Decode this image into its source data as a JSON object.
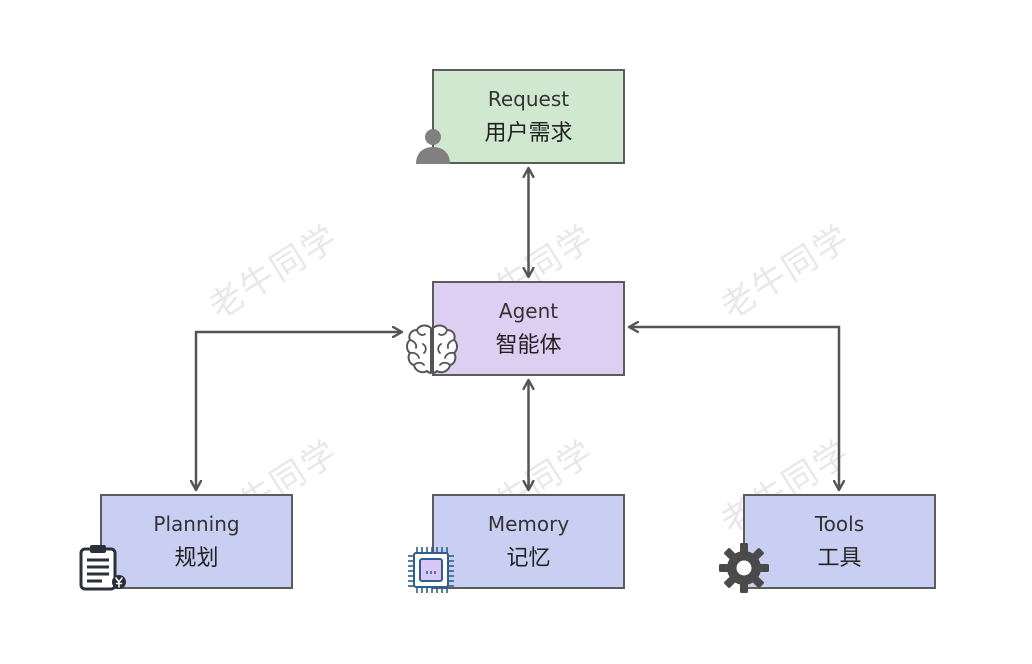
{
  "colors": {
    "request_fill": "#cfe8cf",
    "agent_fill": "#dccff2",
    "module_fill": "#c9cff2",
    "border": "#5c5c5c",
    "arrow": "#555555",
    "icon_gray": "#808080"
  },
  "nodes": {
    "request": {
      "en": "Request",
      "zh": "用户需求",
      "icon": "user-icon"
    },
    "agent": {
      "en": "Agent",
      "zh": "智能体",
      "icon": "brain-icon"
    },
    "planning": {
      "en": "Planning",
      "zh": "规划",
      "icon": "clipboard-icon"
    },
    "memory": {
      "en": "Memory",
      "zh": "记忆",
      "icon": "chip-icon"
    },
    "tools": {
      "en": "Tools",
      "zh": "工具",
      "icon": "gear-icon"
    }
  },
  "edges": [
    {
      "from": "agent",
      "to": "request",
      "style": "bidirectional"
    },
    {
      "from": "agent",
      "to": "planning",
      "style": "bidirectional"
    },
    {
      "from": "agent",
      "to": "memory",
      "style": "bidirectional"
    },
    {
      "from": "agent",
      "to": "tools",
      "style": "bidirectional"
    }
  ],
  "watermark": "老牛同学"
}
